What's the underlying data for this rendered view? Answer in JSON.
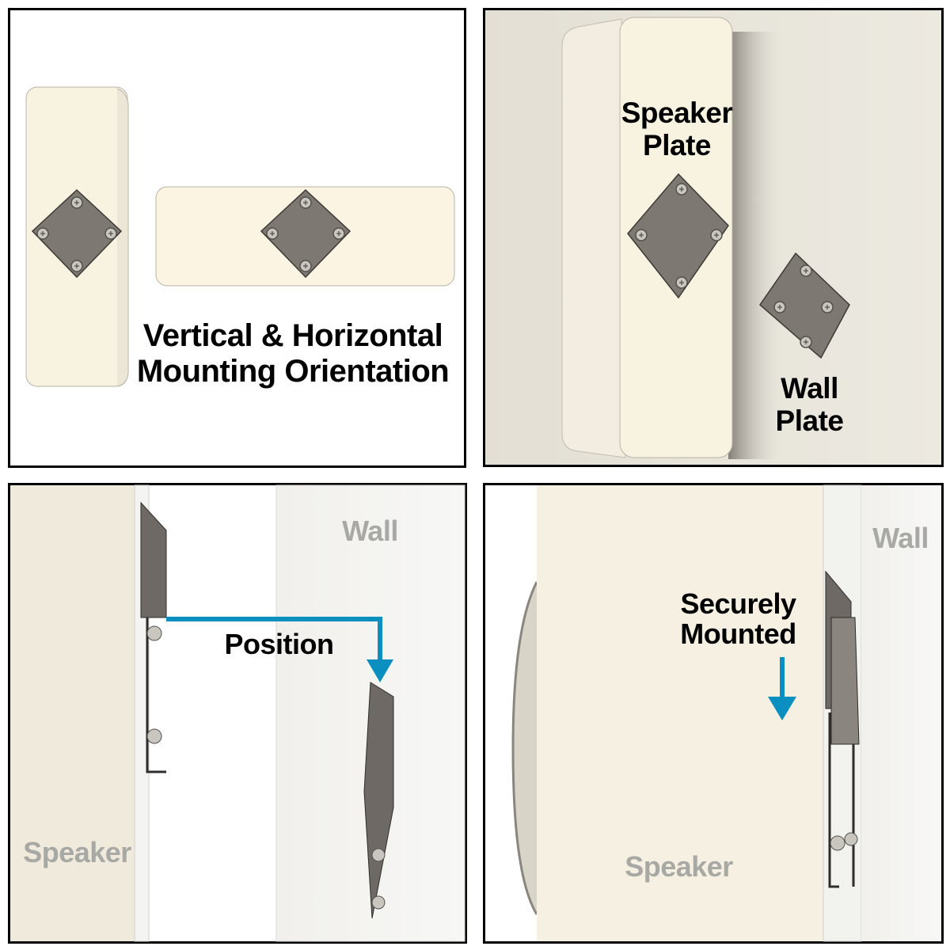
{
  "panels": {
    "orientation": {
      "caption_line1": "Vertical & Horizontal",
      "caption_line2": "Mounting Orientation"
    },
    "plates": {
      "speaker_plate_line1": "Speaker",
      "speaker_plate_line2": "Plate",
      "wall_plate_line1": "Wall",
      "wall_plate_line2": "Plate"
    },
    "position": {
      "wall_label": "Wall",
      "speaker_label": "Speaker",
      "arrow_label": "Position"
    },
    "mounted": {
      "wall_label": "Wall",
      "speaker_label": "Speaker",
      "arrow_label_line1": "Securely",
      "arrow_label_line2": "Mounted"
    }
  },
  "colors": {
    "arrow": "#0a8fc0",
    "speaker_face": "#f8f2e1",
    "plate_metal": "#7d7871",
    "border": "#000000"
  }
}
